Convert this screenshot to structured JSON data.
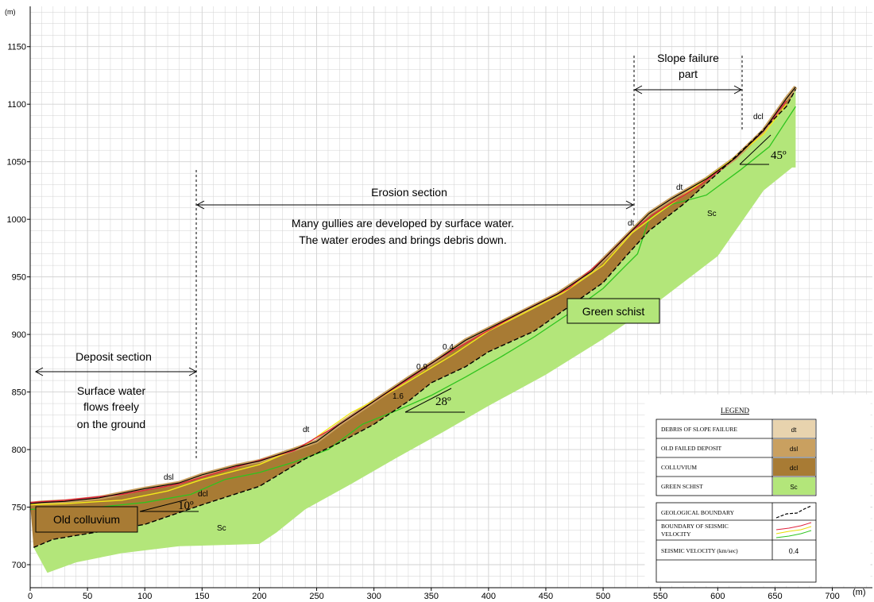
{
  "axes": {
    "y_unit": "(m)",
    "x_unit": "(m)",
    "x_ticks": [
      0,
      50,
      100,
      150,
      200,
      250,
      300,
      350,
      400,
      450,
      500,
      550,
      600,
      650,
      700
    ],
    "y_ticks": [
      700,
      750,
      800,
      850,
      900,
      950,
      1000,
      1050,
      1100,
      1150
    ],
    "xlim": [
      0,
      735
    ],
    "ylim": [
      680,
      1185
    ],
    "grid": true
  },
  "colors": {
    "green_schist": "#b3e67a",
    "colluvium": "#a87b34",
    "old_failed_deposit": "#c9a060",
    "debris": "#e8d3ae",
    "grid": "#d2d2d2"
  },
  "profile": {
    "surface": [
      [
        0,
        753
      ],
      [
        10,
        754
      ],
      [
        30,
        755
      ],
      [
        60,
        758
      ],
      [
        100,
        766
      ],
      [
        130,
        771
      ],
      [
        150,
        778
      ],
      [
        180,
        786
      ],
      [
        200,
        790
      ],
      [
        230,
        800
      ],
      [
        250,
        807
      ],
      [
        270,
        822
      ],
      [
        300,
        842
      ],
      [
        330,
        862
      ],
      [
        355,
        878
      ],
      [
        380,
        895
      ],
      [
        400,
        905
      ],
      [
        430,
        920
      ],
      [
        460,
        935
      ],
      [
        490,
        955
      ],
      [
        520,
        985
      ],
      [
        540,
        1005
      ],
      [
        560,
        1018
      ],
      [
        590,
        1035
      ],
      [
        615,
        1053
      ],
      [
        640,
        1077
      ],
      [
        660,
        1105
      ],
      [
        668,
        1115
      ]
    ],
    "rock_top": [
      [
        0,
        753
      ],
      [
        10,
        752
      ],
      [
        30,
        752
      ],
      [
        60,
        754
      ],
      [
        100,
        760
      ],
      [
        150,
        775
      ],
      [
        200,
        792
      ],
      [
        250,
        815
      ],
      [
        300,
        843
      ],
      [
        350,
        875
      ],
      [
        400,
        906
      ],
      [
        450,
        934
      ],
      [
        500,
        972
      ],
      [
        520,
        994
      ],
      [
        540,
        1003
      ],
      [
        580,
        1027
      ],
      [
        620,
        1053
      ],
      [
        650,
        1078
      ],
      [
        670,
        1098
      ]
    ],
    "colluvium_bottom": [
      [
        3,
        715
      ],
      [
        20,
        722
      ],
      [
        50,
        727
      ],
      [
        100,
        735
      ],
      [
        150,
        752
      ],
      [
        200,
        768
      ],
      [
        240,
        792
      ],
      [
        270,
        806
      ],
      [
        300,
        822
      ],
      [
        330,
        842
      ],
      [
        350,
        858
      ],
      [
        380,
        872
      ],
      [
        400,
        885
      ],
      [
        440,
        903
      ],
      [
        470,
        924
      ],
      [
        500,
        945
      ],
      [
        520,
        968
      ],
      [
        540,
        990
      ],
      [
        570,
        1013
      ],
      [
        600,
        1040
      ],
      [
        630,
        1068
      ],
      [
        660,
        1098
      ],
      [
        668,
        1113
      ]
    ],
    "green_schist_bottom": [
      [
        15,
        693
      ],
      [
        40,
        702
      ],
      [
        80,
        710
      ],
      [
        130,
        716
      ],
      [
        200,
        718
      ],
      [
        215,
        728
      ],
      [
        240,
        748
      ],
      [
        280,
        770
      ],
      [
        320,
        793
      ],
      [
        360,
        815
      ],
      [
        400,
        838
      ],
      [
        450,
        865
      ],
      [
        500,
        896
      ],
      [
        550,
        930
      ],
      [
        600,
        968
      ],
      [
        640,
        1025
      ],
      [
        665,
        1045
      ],
      [
        668,
        1045
      ]
    ],
    "seismic_red": [
      [
        0,
        754
      ],
      [
        30,
        756
      ],
      [
        80,
        761
      ],
      [
        130,
        770
      ],
      [
        180,
        785
      ],
      [
        230,
        799
      ],
      [
        270,
        822
      ],
      [
        300,
        842
      ],
      [
        330,
        861
      ],
      [
        355,
        878
      ],
      [
        390,
        898
      ],
      [
        430,
        920
      ],
      [
        470,
        940
      ],
      [
        500,
        965
      ],
      [
        525,
        990
      ],
      [
        545,
        1005
      ],
      [
        585,
        1030
      ],
      [
        615,
        1053
      ],
      [
        640,
        1077
      ],
      [
        660,
        1103
      ]
    ],
    "seismic_yellow": [
      [
        0,
        752
      ],
      [
        30,
        753
      ],
      [
        80,
        756
      ],
      [
        120,
        764
      ],
      [
        150,
        774
      ],
      [
        200,
        787
      ],
      [
        240,
        804
      ],
      [
        280,
        832
      ],
      [
        320,
        853
      ],
      [
        350,
        871
      ],
      [
        370,
        883
      ],
      [
        400,
        903
      ],
      [
        430,
        918
      ],
      [
        465,
        936
      ],
      [
        500,
        960
      ],
      [
        525,
        988
      ],
      [
        545,
        1003
      ],
      [
        580,
        1028
      ],
      [
        610,
        1050
      ],
      [
        640,
        1074
      ],
      [
        660,
        1100
      ]
    ],
    "seismic_green": [
      [
        0,
        748
      ],
      [
        30,
        749
      ],
      [
        60,
        750
      ],
      [
        100,
        754
      ],
      [
        140,
        761
      ],
      [
        170,
        774
      ],
      [
        200,
        780
      ],
      [
        230,
        789
      ],
      [
        260,
        800
      ],
      [
        290,
        822
      ],
      [
        320,
        834
      ],
      [
        350,
        847
      ],
      [
        380,
        863
      ],
      [
        410,
        880
      ],
      [
        440,
        898
      ],
      [
        470,
        918
      ],
      [
        500,
        940
      ],
      [
        520,
        960
      ],
      [
        530,
        970
      ],
      [
        540,
        1000
      ],
      [
        560,
        1013
      ],
      [
        590,
        1021
      ],
      [
        620,
        1043
      ],
      [
        645,
        1063
      ],
      [
        668,
        1098
      ]
    ]
  },
  "labels": {
    "deposit_section": "Deposit section",
    "deposit_note_1": "Surface water",
    "deposit_note_2": "flows freely",
    "deposit_note_3": "on the ground",
    "erosion_section": "Erosion section",
    "erosion_note_1": "Many gullies are developed by surface water.",
    "erosion_note_2": "The water erodes and brings debris down.",
    "slope_failure_1": "Slope failure",
    "slope_failure_2": "part",
    "green_schist_box": "Green schist",
    "old_colluvium_box": "Old colluvium",
    "angle_10": "10º",
    "angle_28": "28º",
    "angle_45": "45º",
    "sc_1": "Sc",
    "sc_2": "Sc",
    "dt_1": "dt",
    "dt_2": "dt",
    "dt_3": "dt",
    "dsl_1": "dsl",
    "dcl_1": "dcl",
    "dcl_2": "dcl",
    "v_04": "0.4",
    "v_09": "0.9",
    "v_16": "1.6"
  },
  "legend": {
    "title": "LEGEND",
    "rows": [
      {
        "label": "DEBRIS OF SLOPE FAILURE",
        "code": "dt"
      },
      {
        "label": "OLD FAILED DEPOSIT",
        "code": "dsl"
      },
      {
        "label": "COLLUVIUM",
        "code": "dcl"
      },
      {
        "label": "GREEN SCHIST",
        "code": "Sc"
      }
    ],
    "lines": {
      "geological_boundary": "GEOLOGICAL BOUNDARY",
      "seismic_boundary_1": "BOUNDARY OF SEISMIC",
      "seismic_boundary_2": "VELOCITY",
      "seismic_velocity": "SEISMIC VELOCITY (km/sec)",
      "seismic_velocity_value": "0.4"
    }
  }
}
